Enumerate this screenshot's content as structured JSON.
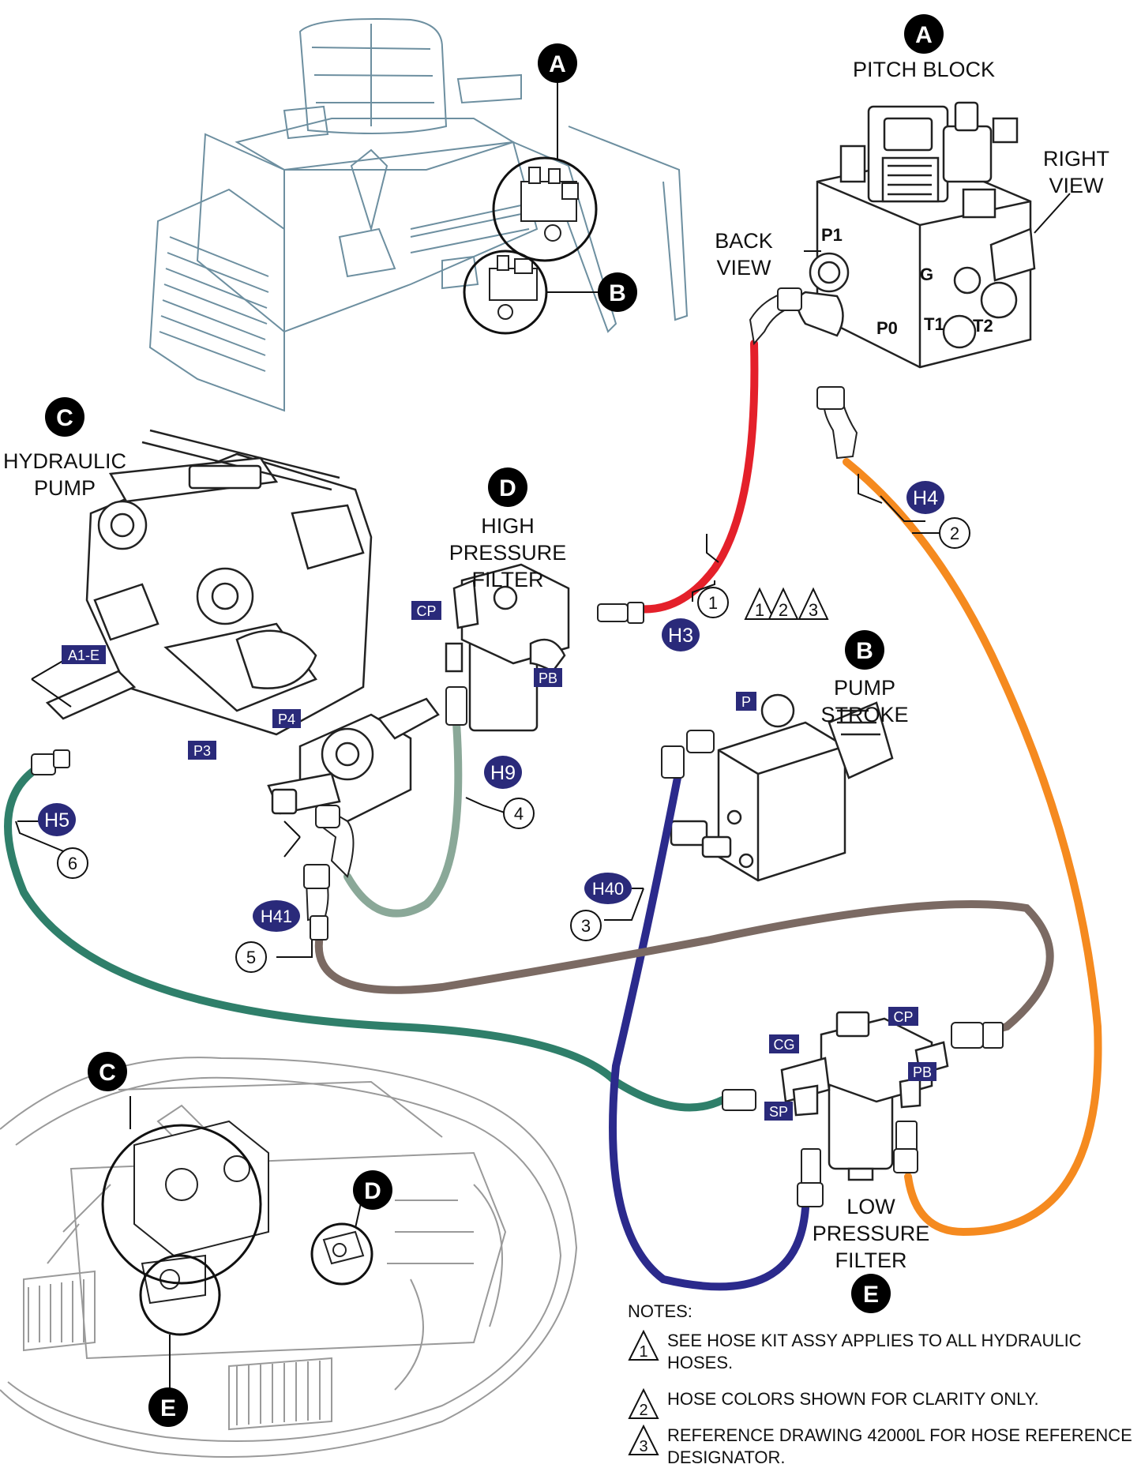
{
  "callouts": {
    "A_top": "A",
    "A_mach": "A",
    "B_mach": "B",
    "C_left": "C",
    "D_filter": "D",
    "B_pump": "B",
    "C_bottom": "C",
    "D_bottom": "D",
    "E_bottom": "E",
    "E_low": "E"
  },
  "labels": {
    "pitch_block": "PITCH BLOCK",
    "right_view_1": "RIGHT",
    "right_view_2": "VIEW",
    "back_view_1": "BACK",
    "back_view_2": "VIEW",
    "hydraulic_pump_1": "HYDRAULIC",
    "hydraulic_pump_2": "PUMP",
    "high_filter_1": "HIGH",
    "high_filter_2": "PRESSURE",
    "high_filter_3": "FILTER",
    "pump_stroke_1": "PUMP",
    "pump_stroke_2": "STROKE",
    "low_filter_1": "LOW",
    "low_filter_2": "PRESSURE",
    "low_filter_3": "FILTER"
  },
  "ports": {
    "P1": "P1",
    "P0": "P0",
    "G": "G",
    "T1": "T1",
    "T2": "T2"
  },
  "tags": {
    "CP_high": "CP",
    "PB_high": "PB",
    "A1E": "A1-E",
    "P3": "P3",
    "P4": "P4",
    "P_pump": "P",
    "CP_low": "CP",
    "CG": "CG",
    "PB_low": "PB",
    "SP": "SP"
  },
  "hoses": {
    "H3": "H3",
    "H4": "H4",
    "H5": "H5",
    "H9": "H9",
    "H40": "H40",
    "H41": "H41"
  },
  "item_numbers": {
    "n1": "1",
    "n2": "2",
    "n3": "3",
    "n4": "4",
    "n5": "5",
    "n6": "6"
  },
  "note_refs": {
    "t1": "1",
    "t2": "2",
    "t3": "3"
  },
  "colors": {
    "red_hose": "#e4202a",
    "orange_hose": "#f58a1f",
    "green_hose": "#2f7f6a",
    "sage_hose": "#8aa898",
    "blue_hose": "#2b2a8c",
    "brown_hose": "#7b6a63",
    "tag_bg": "#2a2a7a",
    "machine_line": "#6d8fa0",
    "callout_bg": "#000000"
  },
  "notes": {
    "title": "NOTES:",
    "items": [
      {
        "num": "1",
        "text": "SEE HOSE KIT ASSY APPLIES TO ALL HYDRAULIC HOSES."
      },
      {
        "num": "2",
        "text": "HOSE COLORS SHOWN FOR CLARITY ONLY."
      },
      {
        "num": "3",
        "text": "REFERENCE DRAWING 42000L FOR HOSE REFERENCE DESIGNATOR."
      }
    ]
  }
}
